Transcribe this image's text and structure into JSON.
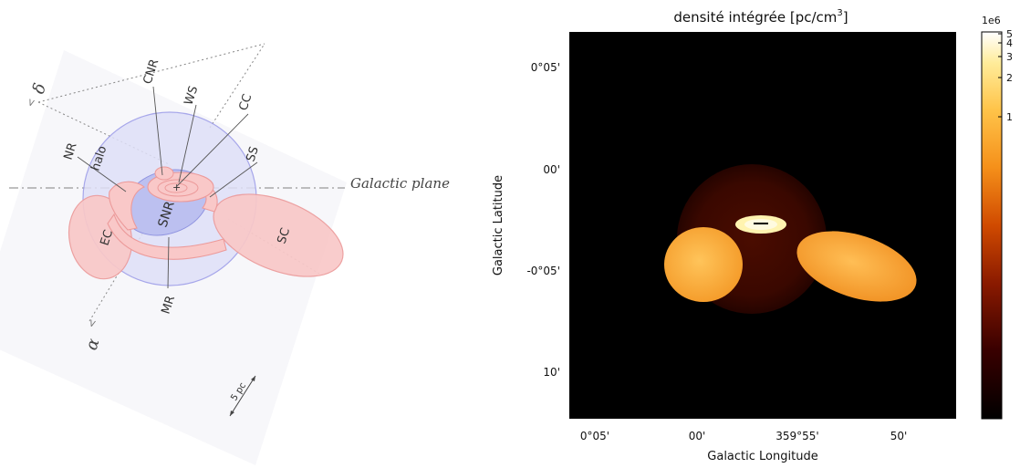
{
  "diagram": {
    "labels": {
      "cnr": "CNR",
      "ws": "WS",
      "cc": "CC",
      "nr": "NR",
      "halo": "halo",
      "ss": "SS",
      "snr": "SNR",
      "ec": "EC",
      "sc": "SC",
      "mr": "MR",
      "delta": "δ",
      "alpha": "α",
      "galactic_plane": "Galactic plane",
      "scale": "5 pc"
    }
  },
  "map": {
    "title": "densité intégrée [pc/cm",
    "title_sup": "3",
    "title_end": "]",
    "xlabel": "Galactic Longitude",
    "ylabel": "Galactic Latitude",
    "x_ticks": [
      "0°05'",
      "00'",
      "359°55'",
      "50'"
    ],
    "y_ticks": [
      "0°05'",
      "00'",
      "-0°05'",
      "10'"
    ],
    "colorbar": {
      "exponent": "1e6",
      "ticks": [
        "5",
        "4",
        "3",
        "2",
        "1"
      ]
    }
  }
}
